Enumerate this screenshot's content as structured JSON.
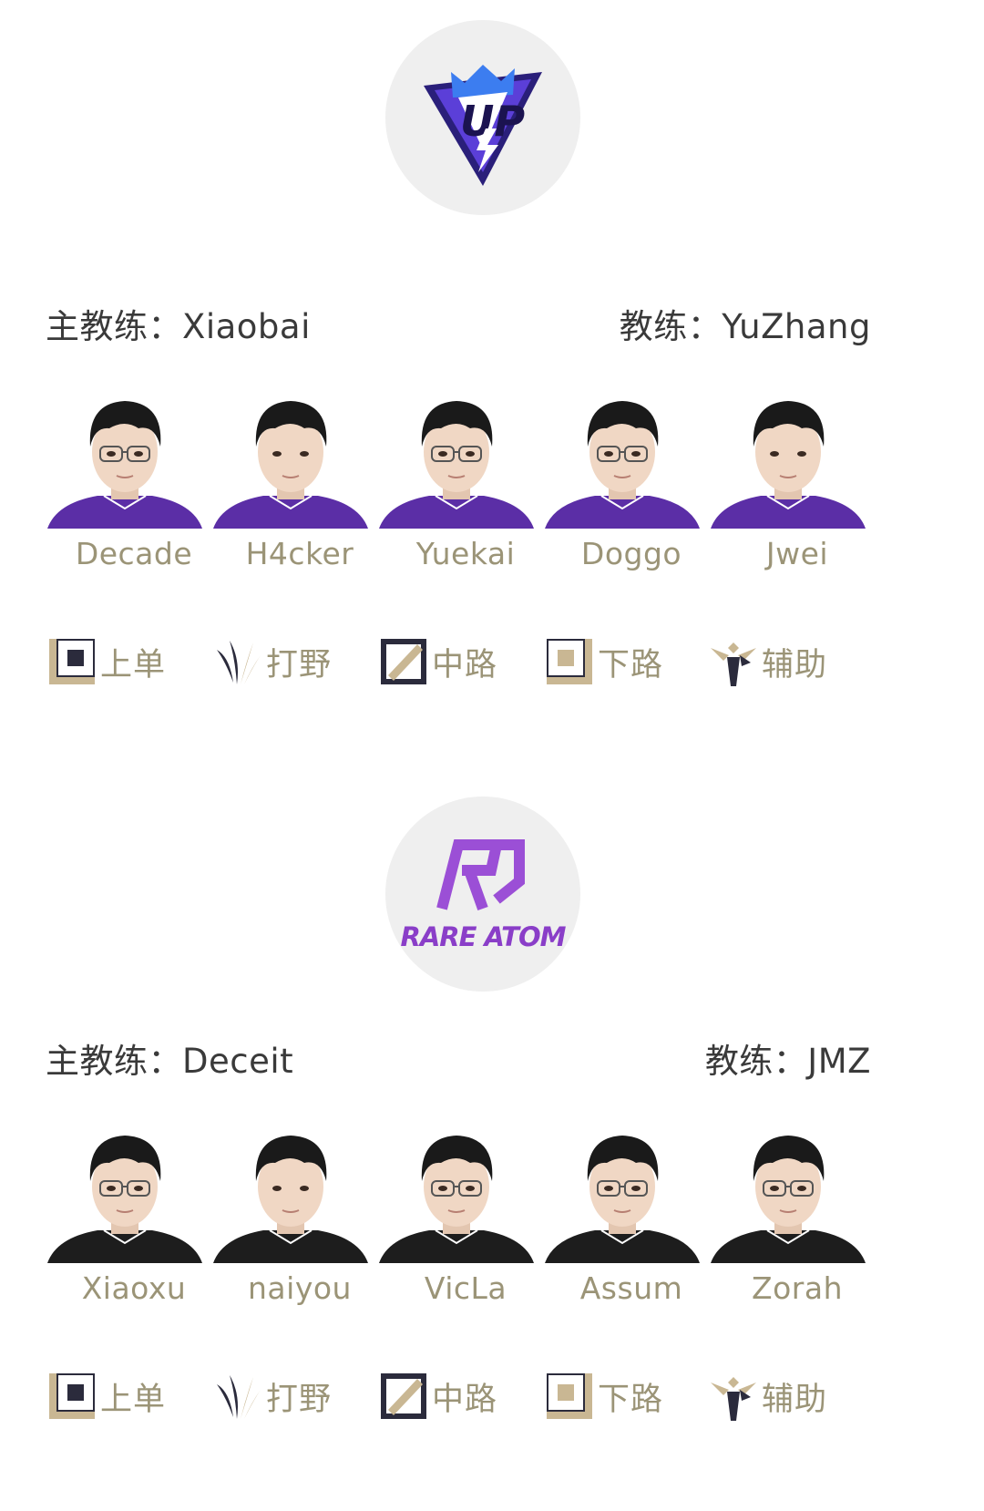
{
  "team1": {
    "logo_text": "UP",
    "head_coach": "主教练：Xiaobai",
    "coach": "教练：YuZhang",
    "jersey_color": "#5b2ea6",
    "players": [
      {
        "name": "Decade",
        "glasses": true
      },
      {
        "name": "H4cker",
        "glasses": false
      },
      {
        "name": "Yuekai",
        "glasses": true
      },
      {
        "name": "Doggo",
        "glasses": true
      },
      {
        "name": "Jwei",
        "glasses": false
      }
    ],
    "roles": [
      {
        "label": "上单",
        "icon": "top-lane-icon"
      },
      {
        "label": "打野",
        "icon": "jungle-icon"
      },
      {
        "label": "中路",
        "icon": "mid-lane-icon"
      },
      {
        "label": "下路",
        "icon": "bot-lane-icon"
      },
      {
        "label": "辅助",
        "icon": "support-icon"
      }
    ]
  },
  "team2": {
    "logo_text": "RARE ATOM",
    "head_coach": "主教练：Deceit",
    "coach": "教练：JMZ",
    "jersey_color": "#1d1d1d",
    "players": [
      {
        "name": "Xiaoxu",
        "glasses": true
      },
      {
        "name": "naiyou",
        "glasses": false
      },
      {
        "name": "VicLa",
        "glasses": true
      },
      {
        "name": "Assum",
        "glasses": true
      },
      {
        "name": "Zorah",
        "glasses": true
      }
    ],
    "roles": [
      {
        "label": "上单",
        "icon": "top-lane-icon"
      },
      {
        "label": "打野",
        "icon": "jungle-icon"
      },
      {
        "label": "中路",
        "icon": "mid-lane-icon"
      },
      {
        "label": "下路",
        "icon": "bot-lane-icon"
      },
      {
        "label": "辅助",
        "icon": "support-icon"
      }
    ]
  },
  "colors": {
    "name_text": "#9b9477",
    "role_gold": "#c9b793",
    "role_dark": "#2b2b3c",
    "logo_bg": "#efefef",
    "rare_atom_purple": "#8a3ec8",
    "up_blue": "#5b3fd8"
  }
}
